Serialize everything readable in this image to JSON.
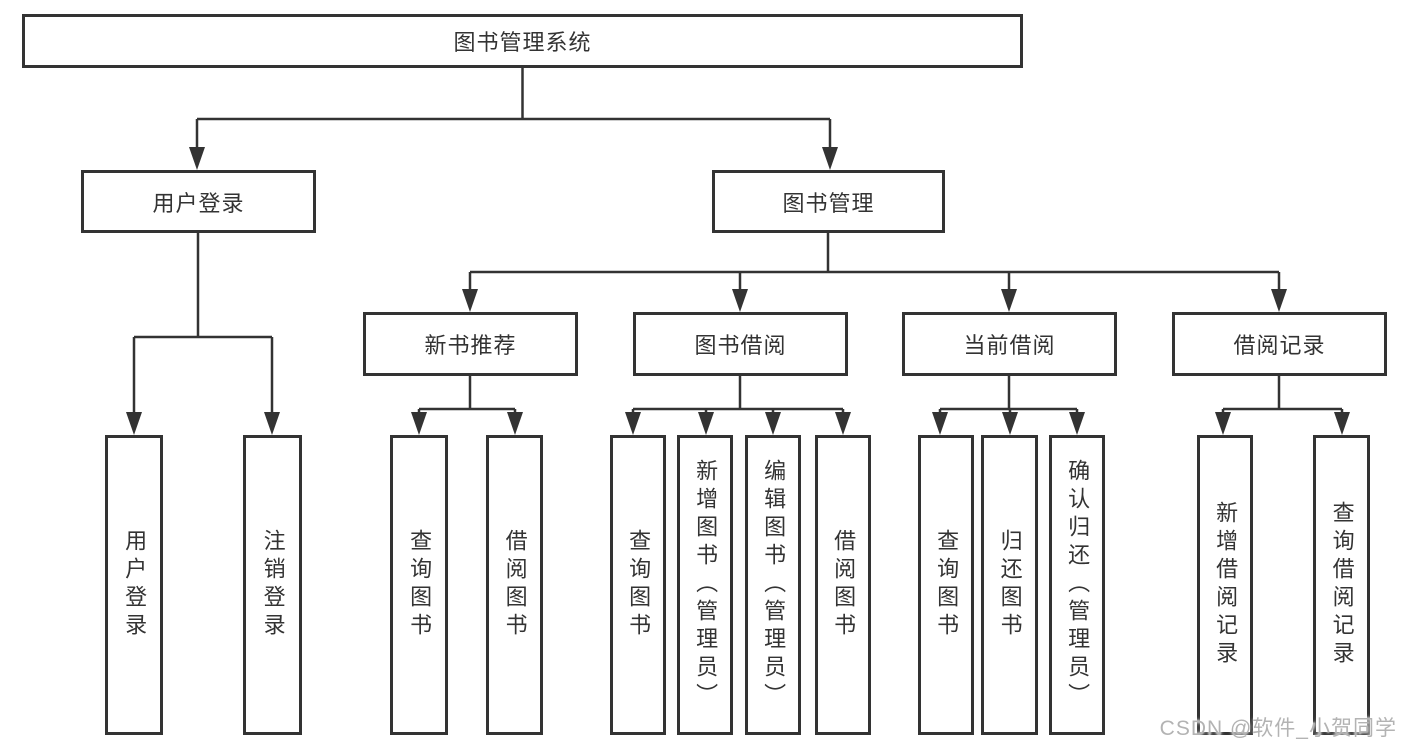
{
  "tree": {
    "root": {
      "label": "图书管理系统"
    },
    "l2": [
      {
        "label": "用户登录",
        "children": [
          {
            "label": "用户登录"
          },
          {
            "label": "注销登录"
          }
        ]
      },
      {
        "label": "图书管理",
        "children": [
          {
            "label": "新书推荐",
            "children": [
              {
                "label": "查询图书"
              },
              {
                "label": "借阅图书"
              }
            ]
          },
          {
            "label": "图书借阅",
            "children": [
              {
                "label": "查询图书"
              },
              {
                "label": "新增图书（管理员）"
              },
              {
                "label": "编辑图书（管理员）"
              },
              {
                "label": "借阅图书"
              }
            ]
          },
          {
            "label": "当前借阅",
            "children": [
              {
                "label": "查询图书"
              },
              {
                "label": "归还图书"
              },
              {
                "label": "确认归还（管理员）"
              }
            ]
          },
          {
            "label": "借阅记录",
            "children": [
              {
                "label": "新增借阅记录"
              },
              {
                "label": "查询借阅记录"
              }
            ]
          }
        ]
      }
    ]
  },
  "watermark": "CSDN @软件_小贺同学",
  "colors": {
    "line": "#333333",
    "box_border": "#333333",
    "text": "#333333",
    "watermark": "#b3b3b3",
    "background": "#ffffff"
  }
}
